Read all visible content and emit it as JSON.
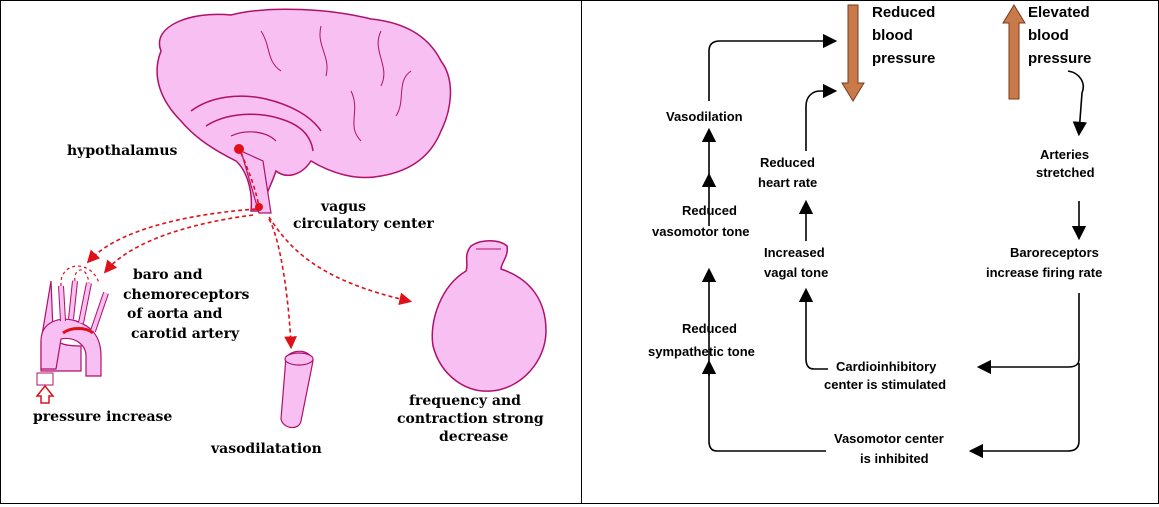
{
  "colors": {
    "organ_fill": "#f7bff2",
    "organ_stroke": "#b0106a",
    "dashed_red": "#e0101a",
    "arrow_down": "#c97a4a",
    "arrow_up": "#c97a4a",
    "black": "#000000"
  },
  "left_panel": {
    "hypothalamus": "hypothalamus",
    "vagus_line1": "vagus",
    "vagus_line2": "circulatory center",
    "baro_line1": "baro and",
    "baro_line2": "chemoreceptors",
    "baro_line3": "of aorta and",
    "baro_line4": "carotid artery",
    "pressure_increase": "pressure increase",
    "vasodilatation": "vasodilatation",
    "freq_line1": "frequency and",
    "freq_line2": "contraction strong",
    "freq_line3": "decrease",
    "icons": [
      "brain-icon",
      "aorta-icon",
      "blood-vessel-icon",
      "heart-icon",
      "up-arrow-icon"
    ]
  },
  "right_panel": {
    "reduced_bp_line1": "Reduced",
    "reduced_bp_line2": "blood",
    "reduced_bp_line3": "pressure",
    "elevated_bp_line1": "Elevated",
    "elevated_bp_line2": "blood",
    "elevated_bp_line3": "pressure",
    "vasodilation": "Vasodilation",
    "reduced_hr_line1": "Reduced",
    "reduced_hr_line2": "heart rate",
    "arteries_line1": "Arteries",
    "arteries_line2": "stretched",
    "reduced_vt_line1": "Reduced",
    "reduced_vt_line2": "vasomotor tone",
    "increased_vagal_line1": "Increased",
    "increased_vagal_line2": "vagal tone",
    "baroreceptors_line1": "Baroreceptors",
    "baroreceptors_line2": "increase firing rate",
    "reduced_st_line1": "Reduced",
    "reduced_st_line2": "sympathetic tone",
    "cardio_line1": "Cardioinhibitory",
    "cardio_line2": "center is stimulated",
    "vasomotor_line1": "Vasomotor center",
    "vasomotor_line2": "is inhibited"
  }
}
